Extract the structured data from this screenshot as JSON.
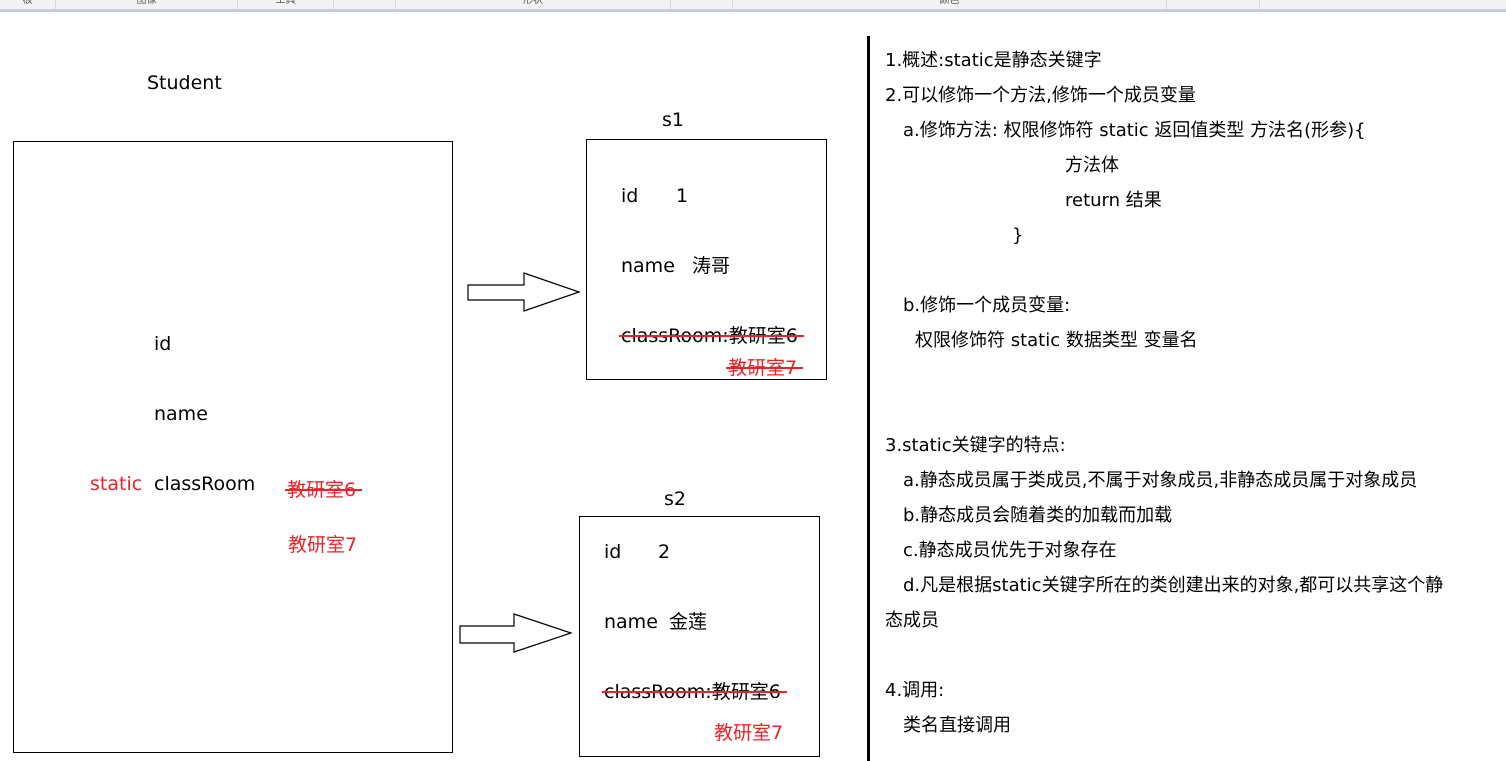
{
  "toolbar": {
    "groups": [
      "板",
      "图像",
      "工具",
      "",
      "",
      "形状",
      "",
      "",
      "颜色",
      ""
    ]
  },
  "diagram": {
    "class_title": "Student",
    "class_box": {
      "field_id": "id",
      "field_name": "name",
      "static_label": "static",
      "field_classroom": "classRoom",
      "old_value": "教研室6",
      "new_value": "教研室7"
    },
    "s1": {
      "label": "s1",
      "id_label": "id",
      "id_value": "1",
      "name_label": "name",
      "name_value": "涛哥",
      "classroom_prefix": "classRoom:",
      "classroom_old": "教研室6",
      "classroom_new": "教研室7"
    },
    "s2": {
      "label": "s2",
      "id_label": "id",
      "id_value": "2",
      "name_label": "name",
      "name_value": "金莲",
      "classroom_prefix": "classRoom:",
      "classroom_old": "教研室6",
      "classroom_new": "教研室7"
    }
  },
  "notes": {
    "l1": "1.概述:static是静态关键字",
    "l2": "2.可以修饰一个方法,修饰一个成员变量",
    "l3": "a.修饰方法: 权限修饰符 static 返回值类型 方法名(形参){",
    "l4": "方法体",
    "l5": "return 结果",
    "l6": "}",
    "l7": "b.修饰一个成员变量:",
    "l8": "权限修饰符 static 数据类型 变量名",
    "l9": "3.static关键字的特点:",
    "l10": "a.静态成员属于类成员,不属于对象成员,非静态成员属于对象成员",
    "l11": "b.静态成员会随着类的加载而加载",
    "l12": "c.静态成员优先于对象存在",
    "l13": "d.凡是根据static关键字所在的类创建出来的对象,都可以共享这个静",
    "l14": "态成员",
    "l15": "4.调用:",
    "l16": "类名直接调用"
  },
  "colors": {
    "accent_red": "#e8242b",
    "toolbar_bg": "#f3f3f3"
  }
}
